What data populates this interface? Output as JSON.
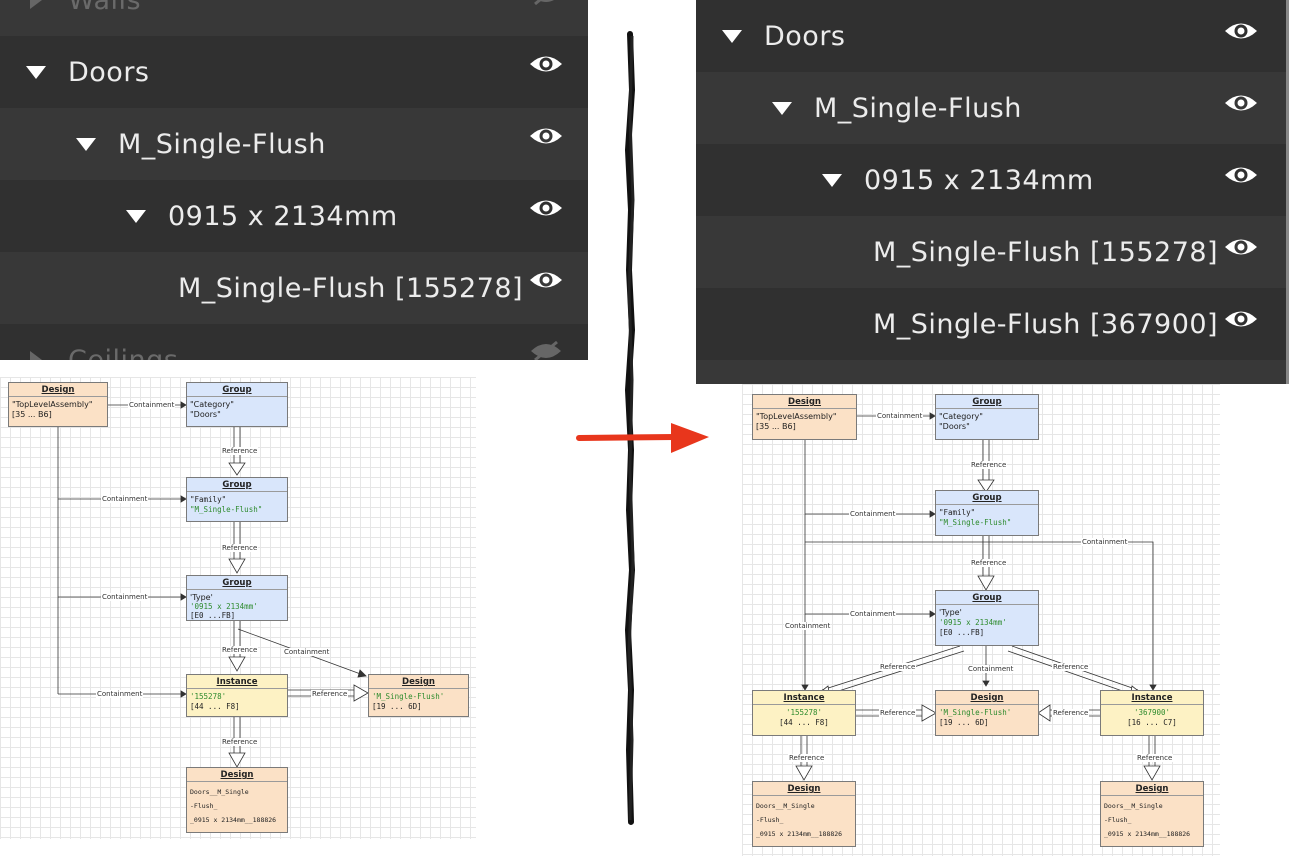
{
  "left_tree": {
    "items": [
      {
        "label": "Walls"
      },
      {
        "label": "Doors"
      },
      {
        "label": "M_Single-Flush"
      },
      {
        "label": "0915 x 2134mm"
      },
      {
        "label": "M_Single-Flush [155278]"
      },
      {
        "label": "Ceilings"
      }
    ]
  },
  "right_tree": {
    "items": [
      {
        "label": "Doors"
      },
      {
        "label": "M_Single-Flush"
      },
      {
        "label": "0915 x 2134mm"
      },
      {
        "label": "M_Single-Flush [155278]"
      },
      {
        "label": "M_Single-Flush [367900]"
      }
    ]
  },
  "left_diagram": {
    "design_top": {
      "header": "Design",
      "line1": "\"TopLevelAssembly\"",
      "line2": "[35 ... B6]"
    },
    "group_category": {
      "header": "Group",
      "line1": "\"Category\"",
      "line2": "\"Doors\""
    },
    "group_family": {
      "header": "Group",
      "line1": "\"Family\"",
      "line2": "\"M_Single-Flush\""
    },
    "group_type": {
      "header": "Group",
      "line1": "'Type'",
      "line2": "'0915 x 2134mm'",
      "line3": "[E0 ...FB]"
    },
    "instance": {
      "header": "Instance",
      "line1": "'155278'",
      "line2": "[44 ... F8]"
    },
    "design_family": {
      "header": "Design",
      "line1": "'M_Single-Flush'",
      "line2": "[19 ... 6D]"
    },
    "design_bottom": {
      "header": "Design",
      "line1": "Doors__M_Single",
      "line2": "-Flush_",
      "line3": "_0915 x 2134mm__188826"
    },
    "labels": {
      "containment": "Containment",
      "reference": "Reference"
    }
  },
  "right_diagram": {
    "design_top": {
      "header": "Design",
      "line1": "\"TopLevelAssembly\"",
      "line2": "[35 ... B6]"
    },
    "group_category": {
      "header": "Group",
      "line1": "\"Category\"",
      "line2": "\"Doors\""
    },
    "group_family": {
      "header": "Group",
      "line1": "\"Family\"",
      "line2": "\"M_Single-Flush\""
    },
    "group_type": {
      "header": "Group",
      "line1": "'Type'",
      "line2": "'0915 x 2134mm'",
      "line3": "[E0 ...FB]"
    },
    "instance_a": {
      "header": "Instance",
      "line1": "'155278'",
      "line2": "[44 ... F8]"
    },
    "design_family": {
      "header": "Design",
      "line1": "'M_Single-Flush'",
      "line2": "[19 ... 6D]"
    },
    "instance_b": {
      "header": "Instance",
      "line1": "'367900'",
      "line2": "[16 ... C7]"
    },
    "design_bottom_a": {
      "header": "Design",
      "line1": "Doors__M_Single",
      "line2": "-Flush_",
      "line3": "_0915 x 2134mm__188826"
    },
    "design_bottom_b": {
      "header": "Design",
      "line1": "Doors__M_Single",
      "line2": "-Flush_",
      "line3": "_0915 x 2134mm__188826"
    },
    "labels": {
      "containment": "Containment",
      "reference": "Reference"
    }
  },
  "colors": {
    "panel_bg": "#303030",
    "row_alt": "#383838",
    "design_box": "#fbe1c6",
    "group_box": "#d9e6fb",
    "instance_box": "#fdf2c4",
    "arrow_red": "#e8361c"
  }
}
